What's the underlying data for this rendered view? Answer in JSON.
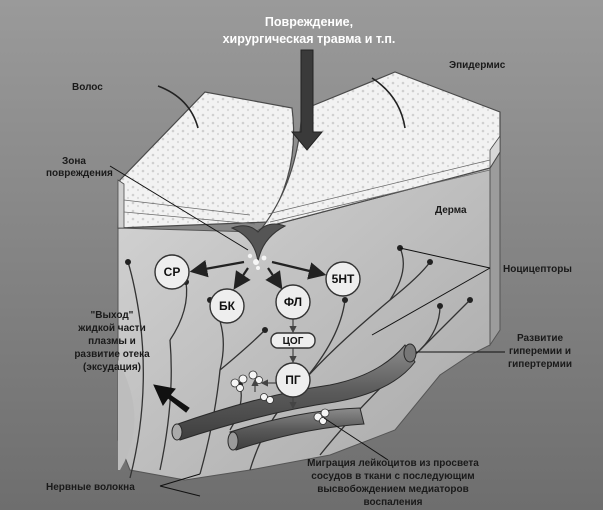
{
  "title_lines": [
    "Повреждение,",
    "хирургическая травма и т.п."
  ],
  "labels": {
    "hair": "Волос",
    "epidermis": "Эпидермис",
    "damage_zone": [
      "Зона",
      "повреждения"
    ],
    "dermis": "Дерма",
    "nociceptors": "Ноцицепторы",
    "hyperemia": [
      "Развитие",
      "гиперемии и",
      "гипертермии"
    ],
    "exudation": [
      "\"Выход\"",
      "жидкой части",
      "плазмы и",
      "развитие отека",
      "(эксудация)"
    ],
    "nerve_fibers": "Нервные волокна",
    "migration": [
      "Миграция лейкоцитов из просвета",
      "сосудов в ткани с последующим",
      "высвобождением медиаторов",
      "воспаления"
    ]
  },
  "mediators": {
    "sr": "СР",
    "bk": "БК",
    "fl": "ФЛ",
    "5nt": "5НТ",
    "tsog": "ЦОГ",
    "pg": "ПГ"
  },
  "colors": {
    "background_gray": "#8a8a8a",
    "arrow_dark": "#3a3a3a",
    "node_fill": "#eeeeee"
  }
}
